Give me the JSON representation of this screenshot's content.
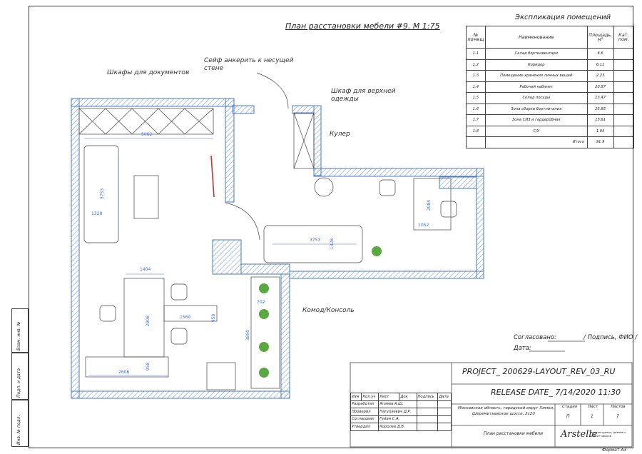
{
  "plan": {
    "title": "План расстановки мебели #9. М 1:75",
    "annotations": {
      "doc_cabinets": "Шкафы для документов",
      "safe_line1": "Сейф анкерить к несущей",
      "safe_line2": "стене",
      "wardrobe_line1": "Шкаф для верхней",
      "wardrobe_line2": "одежды",
      "cooler": "Кулер",
      "console": "Комод/Консоль"
    },
    "dimensions": [
      "5062",
      "3753",
      "1328",
      "3753",
      "1328",
      "2084",
      "1052",
      "1404",
      "2908",
      "1560",
      "958",
      "702",
      "3890",
      "2606",
      "958"
    ]
  },
  "explication": {
    "title": "Экспликация помещений",
    "headers": [
      "№ помещ",
      "Наименование",
      "Площадь, м²",
      "Кат. пом."
    ],
    "rows": [
      {
        "no": "1.1",
        "name": "Склад бортинвентаря",
        "area": "6.6"
      },
      {
        "no": "1.2",
        "name": "Коридор",
        "area": "6.11"
      },
      {
        "no": "1.3",
        "name": "Помещение хранения личных вещей",
        "area": "2.23"
      },
      {
        "no": "1.4",
        "name": "Рабочий кабинет",
        "area": "20.87"
      },
      {
        "no": "1.5",
        "name": "Склад посуды",
        "area": "13.47"
      },
      {
        "no": "1.6",
        "name": "Зона сборки бортпитания",
        "area": "25.85"
      },
      {
        "no": "1.7",
        "name": "Зона СИЗ и гардеробная",
        "area": "15.61"
      },
      {
        "no": "1.8",
        "name": "С/У",
        "area": "1.93"
      }
    ],
    "total_label": "Итого",
    "total_value": "91.9"
  },
  "signoff": {
    "agreed": "Согласовано:",
    "sign_hint": "/ Подпись, ФИО /",
    "date": "Дата:"
  },
  "stamp": {
    "project": "PROJECT_ 200629-LAYOUT_REV_03_RU",
    "release": "RELEASE DATE_ 7/14/2020 11:30",
    "header_cols": [
      "Изм",
      "Кол.уч",
      "Лист",
      "Док",
      "Подпись",
      "Дата"
    ],
    "people": [
      {
        "role": "Разработал",
        "name": "Агиева А.Ш."
      },
      {
        "role": "Проверил",
        "name": "Нагуляевич Д.Р."
      },
      {
        "role": "Согласовал",
        "name": "Гуйан С.А."
      },
      {
        "role": "Утвердил",
        "name": "Королев Д.В."
      }
    ],
    "address_line1": "Московская область, городской округ Химки,",
    "address_line2": "Шереметьевское шоссе, 2с20",
    "sheet_title": "План расстановки мебели",
    "stage_label": "Стадия",
    "sheet_label": "Лист",
    "sheets_label": "Листов",
    "stage": "П",
    "sheet": "1",
    "sheets": "7",
    "logo": "Arstelle",
    "logo_sub": "архитектурные, дизайн и ремонт офисов",
    "format": "Формат А3"
  },
  "side": {
    "inv_orig": "Инв. № подл.",
    "sign_date": "Подп. и дата",
    "replace_inv": "Взам. инв. №"
  },
  "colors": {
    "wall": "#4a78c8",
    "hatch": "#7a9fd8",
    "dim": "#4a6fd4",
    "line": "#444444",
    "plant": "#5aa840"
  }
}
